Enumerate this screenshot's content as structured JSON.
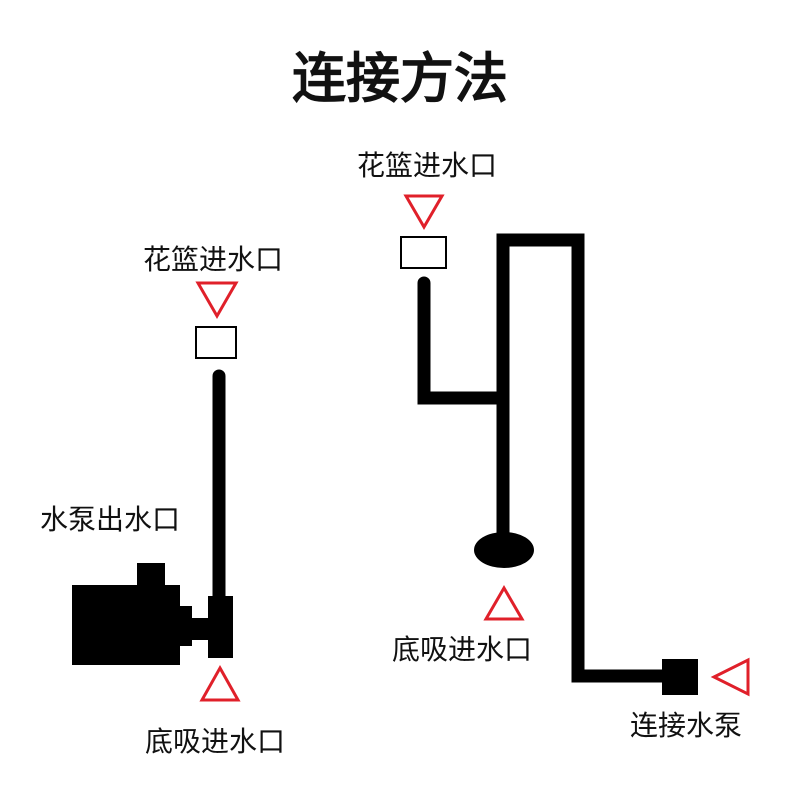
{
  "title": "连接方法",
  "colors": {
    "pipe": "#000000",
    "marker": "#e0202a",
    "text": "#111111"
  },
  "left": {
    "basket_inlet_label": "花篮进水口",
    "pump_outlet_label": "水泵出水口",
    "bottom_inlet_label": "底吸进水口"
  },
  "right": {
    "basket_inlet_label": "花篮进水口",
    "bottom_inlet_label": "底吸进水口",
    "pump_connect_label": "连接水泵"
  }
}
